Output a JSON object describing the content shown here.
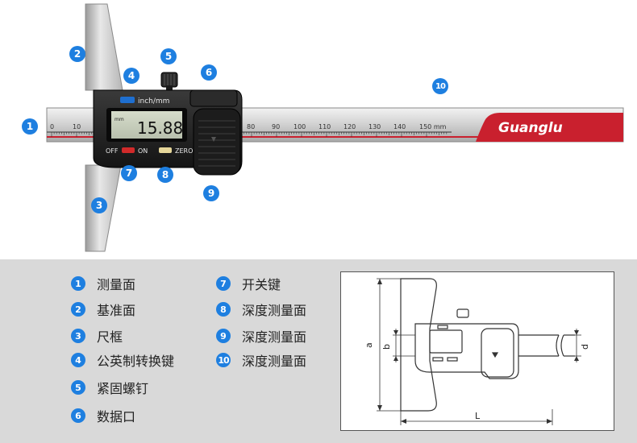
{
  "tool": {
    "brand": "Guanglu",
    "unit_button": "inch/mm",
    "display_value": "15.88",
    "display_small": "mm",
    "off_label": "OFF",
    "on_label": "ON",
    "zero_label": "ZERO",
    "scale_ticks": [
      "0",
      "10",
      "80",
      "90",
      "100",
      "110",
      "120",
      "130",
      "140",
      "150 mm"
    ]
  },
  "callouts": [
    {
      "id": "1"
    },
    {
      "id": "2"
    },
    {
      "id": "3"
    },
    {
      "id": "4"
    },
    {
      "id": "5"
    },
    {
      "id": "6"
    },
    {
      "id": "7"
    },
    {
      "id": "8"
    },
    {
      "id": "9"
    },
    {
      "id": "10"
    }
  ],
  "legend": [
    {
      "num": "1",
      "label": "测量面"
    },
    {
      "num": "2",
      "label": "基准面"
    },
    {
      "num": "3",
      "label": "尺框"
    },
    {
      "num": "4",
      "label": "公英制转换键"
    },
    {
      "num": "5",
      "label": "紧固螺钉"
    },
    {
      "num": "6",
      "label": "数据口"
    },
    {
      "num": "7",
      "label": "开关键"
    },
    {
      "num": "8",
      "label": "深度测量面"
    },
    {
      "num": "9",
      "label": "深度测量面"
    },
    {
      "num": "10",
      "label": "深度测量面"
    }
  ],
  "drawing": {
    "dim_a": "a",
    "dim_b": "b",
    "dim_d": "d",
    "dim_L": "L"
  },
  "colors": {
    "badge": "#1e7fe0",
    "ruler_red": "#c9202e",
    "panel_gray": "#d9d9d9"
  }
}
